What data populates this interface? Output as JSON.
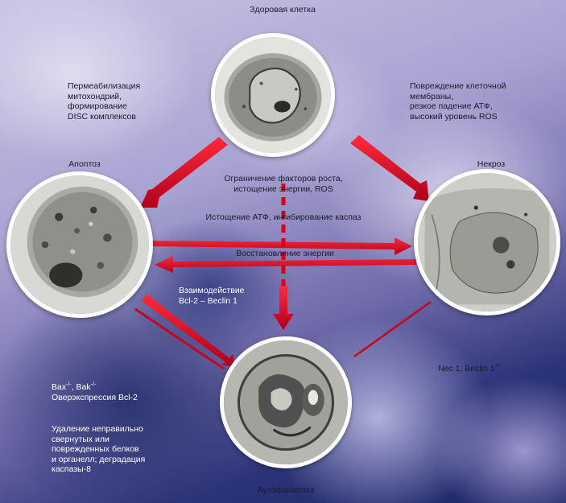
{
  "nodes": {
    "healthy": "Здоровая клетка",
    "apoptosis": "Апоптоз",
    "necrosis": "Некроз",
    "autophagosome": "Аутофагосома"
  },
  "annotations": {
    "mito": [
      "Пермеабилизация",
      "митохондрий,",
      "формирование",
      "DISC комплексов"
    ],
    "membrane": [
      "Повреждение клеточной",
      "мембраны,",
      "резкое падение АТФ,",
      "высокий уровень ROS"
    ],
    "growth": [
      "Ограничение факторов роста,",
      "истощение энергии, ROS"
    ],
    "atp": "Истощение АТФ, ингибирование каспаз",
    "energy": "Восстановление энергии",
    "bcl": [
      "Взаимодействие",
      "Bcl-2 – Beclin 1"
    ],
    "bax": {
      "bax": "Bax",
      "bak": ", Bak",
      "sup": "-/-",
      "line2": "Оверэкспрессия Bcl-2"
    },
    "removal": [
      "Удаление неправильно",
      "свернутых или",
      "поврежденных белков",
      "и органелл; деградация",
      "каспазы-8"
    ],
    "nec": {
      "main": "Nec 1, Beclin 1",
      "sup": "+/-"
    }
  },
  "colors": {
    "arrow": "#d3001b",
    "arrow_dark": "#8e0012",
    "frame": "#ffffff"
  }
}
